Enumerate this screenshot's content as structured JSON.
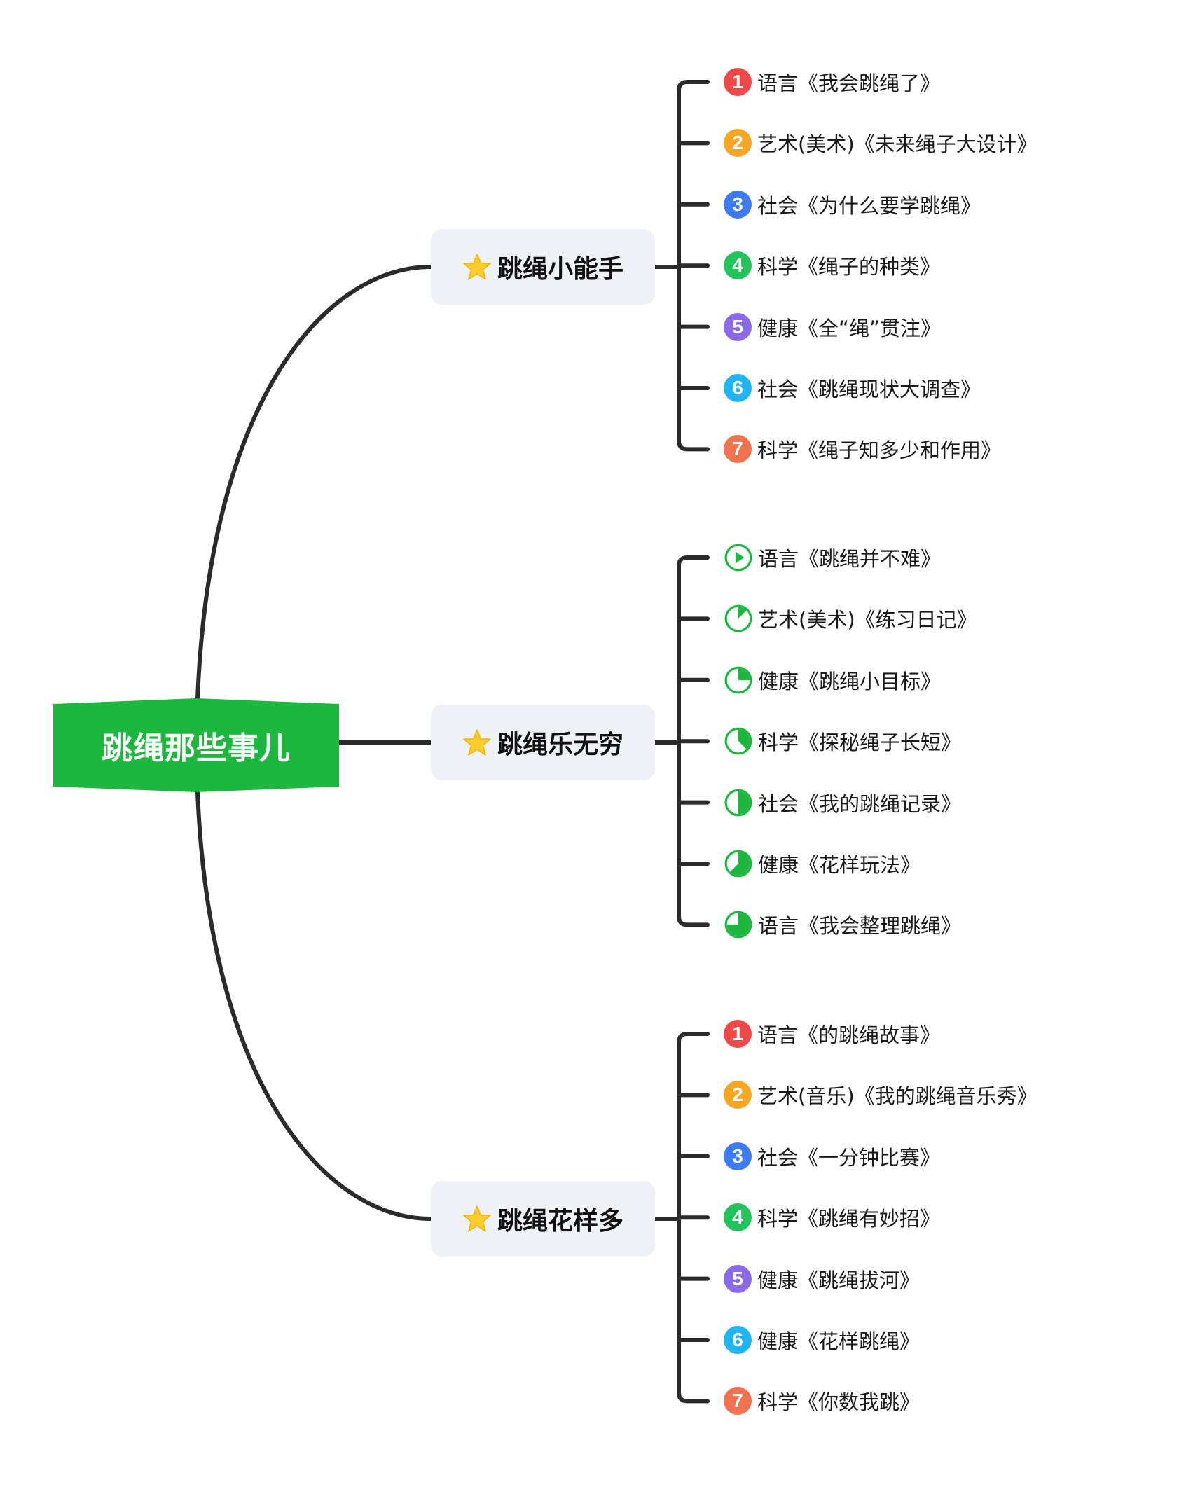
{
  "root": {
    "label": "跳绳那些事儿",
    "color": "#1db63e"
  },
  "branches": [
    {
      "label": "跳绳小能手",
      "icon": "star-icon",
      "marker_style": "numbered",
      "items": [
        {
          "label": "语言《我会跳绳了》",
          "marker": "1",
          "color": "#f04848"
        },
        {
          "label": "艺术(美术)《未来绳子大设计》",
          "marker": "2",
          "color": "#f5a623"
        },
        {
          "label": "社会《为什么要学跳绳》",
          "marker": "3",
          "color": "#3d7cf0"
        },
        {
          "label": "科学《绳子的种类》",
          "marker": "4",
          "color": "#22c35a"
        },
        {
          "label": "健康《全“绳”贯注》",
          "marker": "5",
          "color": "#8a6ae6"
        },
        {
          "label": "社会《跳绳现状大调查》",
          "marker": "6",
          "color": "#1fb4f2"
        },
        {
          "label": "科学《绳子知多少和作用》",
          "marker": "7",
          "color": "#f2714f"
        }
      ]
    },
    {
      "label": "跳绳乐无穷",
      "icon": "star-icon",
      "marker_style": "progress",
      "items": [
        {
          "label": "语言《跳绳并不难》",
          "marker": "play-circle-icon",
          "progress": 0,
          "color": "#1db63e"
        },
        {
          "label": "艺术(美术)《练习日记》",
          "marker": "progress-pie-icon",
          "progress": 0.125,
          "color": "#1db63e"
        },
        {
          "label": "健康《跳绳小目标》",
          "marker": "progress-pie-icon",
          "progress": 0.25,
          "color": "#1db63e"
        },
        {
          "label": "科学《探秘绳子长短》",
          "marker": "progress-pie-icon",
          "progress": 0.375,
          "color": "#1db63e"
        },
        {
          "label": "社会《我的跳绳记录》",
          "marker": "progress-pie-icon",
          "progress": 0.5,
          "color": "#1db63e"
        },
        {
          "label": "健康《花样玩法》",
          "marker": "progress-pie-icon",
          "progress": 0.625,
          "color": "#1db63e"
        },
        {
          "label": "语言《我会整理跳绳》",
          "marker": "progress-pie-icon",
          "progress": 0.75,
          "color": "#1db63e"
        }
      ]
    },
    {
      "label": "跳绳花样多",
      "icon": "star-icon",
      "marker_style": "numbered",
      "items": [
        {
          "label": "语言《的跳绳故事》",
          "marker": "1",
          "color": "#f04848"
        },
        {
          "label": "艺术(音乐)《我的跳绳音乐秀》",
          "marker": "2",
          "color": "#f5a623"
        },
        {
          "label": "社会《一分钟比赛》",
          "marker": "3",
          "color": "#3d7cf0"
        },
        {
          "label": "科学《跳绳有妙招》",
          "marker": "4",
          "color": "#22c35a"
        },
        {
          "label": "健康《跳绳拔河》",
          "marker": "5",
          "color": "#8a6ae6"
        },
        {
          "label": "健康《花样跳绳》",
          "marker": "6",
          "color": "#1fb4f2"
        },
        {
          "label": "科学《你数我跳》",
          "marker": "7",
          "color": "#f2714f"
        }
      ]
    }
  ],
  "colors": {
    "line": "#2b2b2b",
    "branch_bg": "#eef1f5",
    "star": "#ffcc2e"
  }
}
